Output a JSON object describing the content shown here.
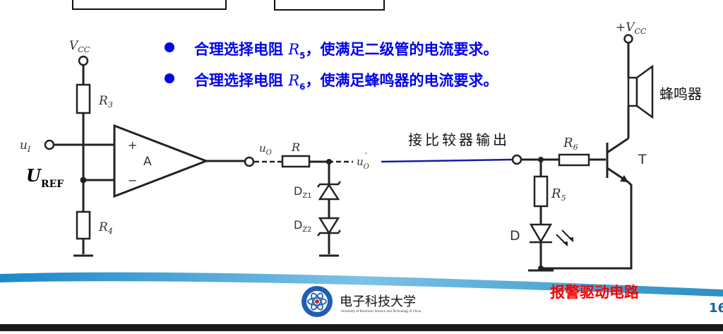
{
  "bullets": [
    {
      "pre": "合理选择电阻 ",
      "var": "R",
      "sub": "5",
      "post": "，使满足二级管的电流要求。"
    },
    {
      "pre": "合理选择电阻 ",
      "var": "R",
      "sub": "6",
      "post": "，使满足蜂鸣器的电流要求。"
    }
  ],
  "bullet_color": "#0000ee",
  "circuit": {
    "vcc_left": {
      "main": "V",
      "sub": "CC"
    },
    "vcc_right": {
      "main": "+V",
      "sub": "CC"
    },
    "r3": {
      "main": "R",
      "sub": "3"
    },
    "r4": {
      "main": "R",
      "sub": "4"
    },
    "ui": {
      "main": "u",
      "sub": "I"
    },
    "uref": {
      "main": "U",
      "sub": "REF"
    },
    "amp_label": "A",
    "plus_sign": "+",
    "minus_sign": "−",
    "uo": {
      "main": "u",
      "sub": "O"
    },
    "r_label": "R",
    "uo_prime": {
      "main": "u",
      "sub": "O",
      "sup": "′"
    },
    "dz1": {
      "main": "D",
      "sub": "Z1"
    },
    "dz2": {
      "main": "D",
      "sub": "Z2"
    },
    "comparator_output_label": "接比较器输出",
    "r6": {
      "main": "R",
      "sub": "6"
    },
    "r5": {
      "main": "R",
      "sub": "5"
    },
    "transistor_label": "T",
    "led_label": "D",
    "buzzer_label": "蜂鸣器"
  },
  "footer": {
    "university_name": "电子科技大学",
    "university_english": "University of Electronic Science and Technology of China",
    "slide_title": "报警驱动电路",
    "page_number": "16",
    "title_color": "#ff0000"
  }
}
